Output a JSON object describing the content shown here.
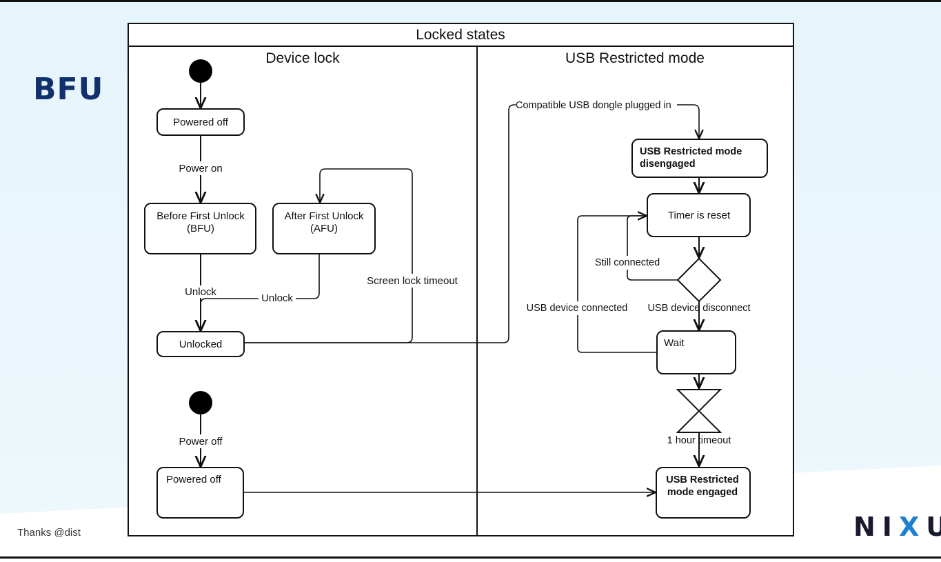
{
  "slide": {
    "title": "BFU",
    "credit": "Thanks @dist",
    "brand": {
      "pre": "NI",
      "x": "X",
      "post": "U"
    }
  },
  "diagram": {
    "title": "Locked states",
    "lanes": [
      "Device lock",
      "USB Restricted mode"
    ],
    "nodes": {
      "powered_off_top": "Powered off",
      "bfu": [
        "Before First Unlock",
        "(BFU)"
      ],
      "afu": [
        "After First Unlock",
        "(AFU)"
      ],
      "unlocked": "Unlocked",
      "powered_off_bottom": "Powered off",
      "usb_disengaged": [
        "USB Restricted mode",
        "disengaged"
      ],
      "timer_reset": "Timer is reset",
      "wait": "Wait",
      "usb_engaged": [
        "USB Restricted",
        "mode engaged"
      ]
    },
    "labels": {
      "power_on": "Power on",
      "unlock_bfu": "Unlock",
      "unlock_afu": "Unlock",
      "screen_lock_timeout": "Screen lock timeout",
      "power_off": "Power off",
      "compatible_usb": "Compatible USB dongle plugged in",
      "still_connected": "Still connected",
      "usb_device_connected": "USB device connected",
      "usb_device_disconnect": "USB device disconnect",
      "hour_timeout": "1 hour timeout"
    }
  }
}
